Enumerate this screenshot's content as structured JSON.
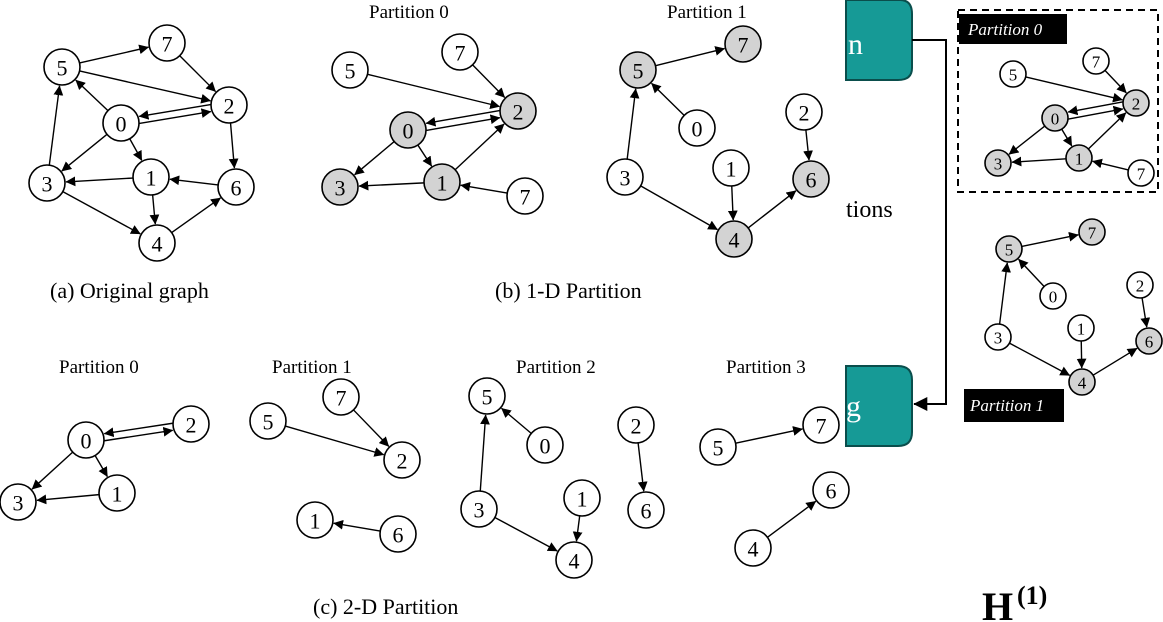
{
  "captions": {
    "original": "(a) Original graph",
    "one_d": "(b) 1-D Partition",
    "two_d": "(c) 2-D Partition"
  },
  "titles": {
    "p1d_0": "Partition 0",
    "p1d_1": "Partition 1",
    "p2d_0": "Partition 0",
    "p2d_1": "Partition 1",
    "p2d_2": "Partition 2",
    "p2d_3": "Partition 3"
  },
  "right_panel": {
    "tag_partition0": "Partition 0",
    "tag_partition1": "Partition 1",
    "teal_top_text": "n",
    "teal_bottom_text": "g",
    "middle_text": "tions",
    "h_label_main": "H",
    "h_label_sup": "(1)"
  },
  "colors": {
    "teal": "#169a96",
    "shaded_node": "#d3d3d3",
    "node_fill": "#ffffff",
    "tag_bg": "#000000"
  },
  "graphs": [
    {
      "id": "original",
      "nodes": [
        {
          "id": "5",
          "label": "5",
          "shaded": false
        },
        {
          "id": "7",
          "label": "7",
          "shaded": false
        },
        {
          "id": "2",
          "label": "2",
          "shaded": false
        },
        {
          "id": "0",
          "label": "0",
          "shaded": false
        },
        {
          "id": "3",
          "label": "3",
          "shaded": false
        },
        {
          "id": "1",
          "label": "1",
          "shaded": false
        },
        {
          "id": "6",
          "label": "6",
          "shaded": false
        },
        {
          "id": "4",
          "label": "4",
          "shaded": false
        }
      ],
      "edges": [
        [
          "5",
          "7"
        ],
        [
          "5",
          "2"
        ],
        [
          "7",
          "2"
        ],
        [
          "0",
          "5"
        ],
        [
          "0",
          "2"
        ],
        [
          "2",
          "0"
        ],
        [
          "0",
          "3"
        ],
        [
          "0",
          "1"
        ],
        [
          "2",
          "6"
        ],
        [
          "3",
          "5"
        ],
        [
          "1",
          "3"
        ],
        [
          "1",
          "4"
        ],
        [
          "6",
          "1"
        ],
        [
          "3",
          "4"
        ],
        [
          "4",
          "6"
        ]
      ]
    },
    {
      "id": "p1d_0",
      "nodes": [
        {
          "id": "5",
          "label": "5",
          "shaded": false
        },
        {
          "id": "7a",
          "label": "7",
          "shaded": false
        },
        {
          "id": "2",
          "label": "2",
          "shaded": true
        },
        {
          "id": "0",
          "label": "0",
          "shaded": true
        },
        {
          "id": "3",
          "label": "3",
          "shaded": true
        },
        {
          "id": "1",
          "label": "1",
          "shaded": true
        },
        {
          "id": "7b",
          "label": "7",
          "shaded": false
        }
      ],
      "edges": [
        [
          "5",
          "2"
        ],
        [
          "7a",
          "2"
        ],
        [
          "2",
          "0"
        ],
        [
          "0",
          "2"
        ],
        [
          "0",
          "3"
        ],
        [
          "0",
          "1"
        ],
        [
          "1",
          "3"
        ],
        [
          "1",
          "2"
        ],
        [
          "7b",
          "1"
        ]
      ]
    },
    {
      "id": "p1d_1",
      "nodes": [
        {
          "id": "5",
          "label": "5",
          "shaded": true
        },
        {
          "id": "7",
          "label": "7",
          "shaded": true
        },
        {
          "id": "0",
          "label": "0",
          "shaded": false
        },
        {
          "id": "2",
          "label": "2",
          "shaded": false
        },
        {
          "id": "3",
          "label": "3",
          "shaded": false
        },
        {
          "id": "1",
          "label": "1",
          "shaded": false
        },
        {
          "id": "6",
          "label": "6",
          "shaded": true
        },
        {
          "id": "4",
          "label": "4",
          "shaded": true
        }
      ],
      "edges": [
        [
          "5",
          "7"
        ],
        [
          "0",
          "5"
        ],
        [
          "3",
          "5"
        ],
        [
          "2",
          "6"
        ],
        [
          "1",
          "4"
        ],
        [
          "3",
          "4"
        ],
        [
          "4",
          "6"
        ]
      ]
    },
    {
      "id": "p2d_0",
      "nodes": [
        {
          "id": "0",
          "label": "0",
          "shaded": false
        },
        {
          "id": "2",
          "label": "2",
          "shaded": false
        },
        {
          "id": "3",
          "label": "3",
          "shaded": false
        },
        {
          "id": "1",
          "label": "1",
          "shaded": false
        }
      ],
      "edges": [
        [
          "2",
          "0"
        ],
        [
          "0",
          "2"
        ],
        [
          "0",
          "3"
        ],
        [
          "0",
          "1"
        ],
        [
          "1",
          "3"
        ]
      ]
    },
    {
      "id": "p2d_1",
      "nodes": [
        {
          "id": "7",
          "label": "7",
          "shaded": false
        },
        {
          "id": "5",
          "label": "5",
          "shaded": false
        },
        {
          "id": "2",
          "label": "2",
          "shaded": false
        },
        {
          "id": "1",
          "label": "1",
          "shaded": false
        },
        {
          "id": "6",
          "label": "6",
          "shaded": false
        }
      ],
      "edges": [
        [
          "7",
          "2"
        ],
        [
          "5",
          "2"
        ],
        [
          "6",
          "1"
        ]
      ]
    },
    {
      "id": "p2d_2",
      "nodes": [
        {
          "id": "5",
          "label": "5",
          "shaded": false
        },
        {
          "id": "0",
          "label": "0",
          "shaded": false
        },
        {
          "id": "2",
          "label": "2",
          "shaded": false
        },
        {
          "id": "1",
          "label": "1",
          "shaded": false
        },
        {
          "id": "6",
          "label": "6",
          "shaded": false
        },
        {
          "id": "3",
          "label": "3",
          "shaded": false
        },
        {
          "id": "4",
          "label": "4",
          "shaded": false
        }
      ],
      "edges": [
        [
          "0",
          "5"
        ],
        [
          "3",
          "5"
        ],
        [
          "2",
          "6"
        ],
        [
          "1",
          "4"
        ],
        [
          "3",
          "4"
        ]
      ]
    },
    {
      "id": "p2d_3",
      "nodes": [
        {
          "id": "5",
          "label": "5",
          "shaded": false
        },
        {
          "id": "7",
          "label": "7",
          "shaded": false
        },
        {
          "id": "6",
          "label": "6",
          "shaded": false
        },
        {
          "id": "4",
          "label": "4",
          "shaded": false
        }
      ],
      "edges": [
        [
          "5",
          "7"
        ],
        [
          "4",
          "6"
        ]
      ]
    },
    {
      "id": "right_p0",
      "nodes": [
        {
          "id": "5",
          "label": "5",
          "shaded": false
        },
        {
          "id": "7a",
          "label": "7",
          "shaded": false
        },
        {
          "id": "2",
          "label": "2",
          "shaded": true
        },
        {
          "id": "0",
          "label": "0",
          "shaded": true
        },
        {
          "id": "3",
          "label": "3",
          "shaded": true
        },
        {
          "id": "1",
          "label": "1",
          "shaded": true
        },
        {
          "id": "7b",
          "label": "7",
          "shaded": false
        }
      ],
      "edges": [
        [
          "5",
          "2"
        ],
        [
          "7a",
          "2"
        ],
        [
          "2",
          "0"
        ],
        [
          "0",
          "2"
        ],
        [
          "0",
          "3"
        ],
        [
          "0",
          "1"
        ],
        [
          "1",
          "3"
        ],
        [
          "1",
          "2"
        ],
        [
          "7b",
          "1"
        ]
      ]
    },
    {
      "id": "right_p1",
      "nodes": [
        {
          "id": "5",
          "label": "5",
          "shaded": true
        },
        {
          "id": "7",
          "label": "7",
          "shaded": true
        },
        {
          "id": "0",
          "label": "0",
          "shaded": false
        },
        {
          "id": "2",
          "label": "2",
          "shaded": false
        },
        {
          "id": "3",
          "label": "3",
          "shaded": false
        },
        {
          "id": "1",
          "label": "1",
          "shaded": false
        },
        {
          "id": "6",
          "label": "6",
          "shaded": true
        },
        {
          "id": "4",
          "label": "4",
          "shaded": true
        }
      ],
      "edges": [
        [
          "5",
          "7"
        ],
        [
          "0",
          "5"
        ],
        [
          "3",
          "5"
        ],
        [
          "2",
          "6"
        ],
        [
          "1",
          "4"
        ],
        [
          "3",
          "4"
        ],
        [
          "4",
          "6"
        ]
      ]
    }
  ]
}
